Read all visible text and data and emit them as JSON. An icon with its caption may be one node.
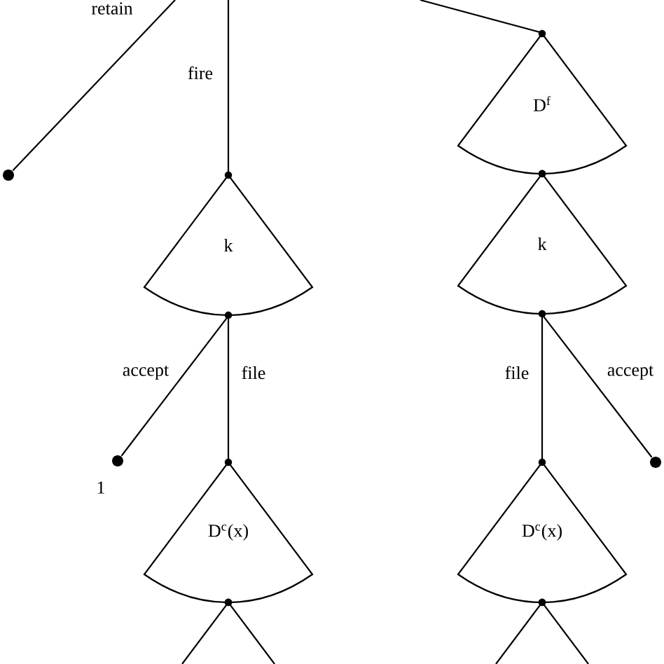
{
  "diagram": {
    "nodes": [
      {
        "text": [
          "k"
        ]
      },
      {
        "text": [
          "D$^{f}$"
        ]
      },
      {
        "text": [
          "k"
        ]
      },
      {
        "text": [
          "D$^{c}$(x)"
        ]
      },
      {
        "text": [
          "D$^{c}$(x)"
        ]
      },
      {
        "text": [],
        "shape": "sector"
      },
      {
        "text": [],
        "shape": "sector"
      },
      {
        "text": [],
        "shape": "dot"
      },
      {
        "text": [],
        "shape": "dot",
        "beside": [
          "1"
        ]
      },
      {
        "text": [],
        "shape": "dot"
      }
    ],
    "edges": [
      {
        "from": null,
        "to": 7,
        "arrow": "none",
        "label": "retain"
      },
      {
        "from": null,
        "to": 0,
        "arrow": "none",
        "label": "fire"
      },
      {
        "from": null,
        "to": 1,
        "arrow": "none"
      },
      {
        "from": 0,
        "to": 8,
        "arrow": "none",
        "label": "accept"
      },
      {
        "from": 0,
        "to": 3,
        "arrow": "none",
        "label": "file"
      },
      {
        "from": 2,
        "to": 4,
        "arrow": "none",
        "label": "file"
      },
      {
        "from": 2,
        "to": 9,
        "arrow": "none",
        "label": "accept"
      }
    ]
  }
}
